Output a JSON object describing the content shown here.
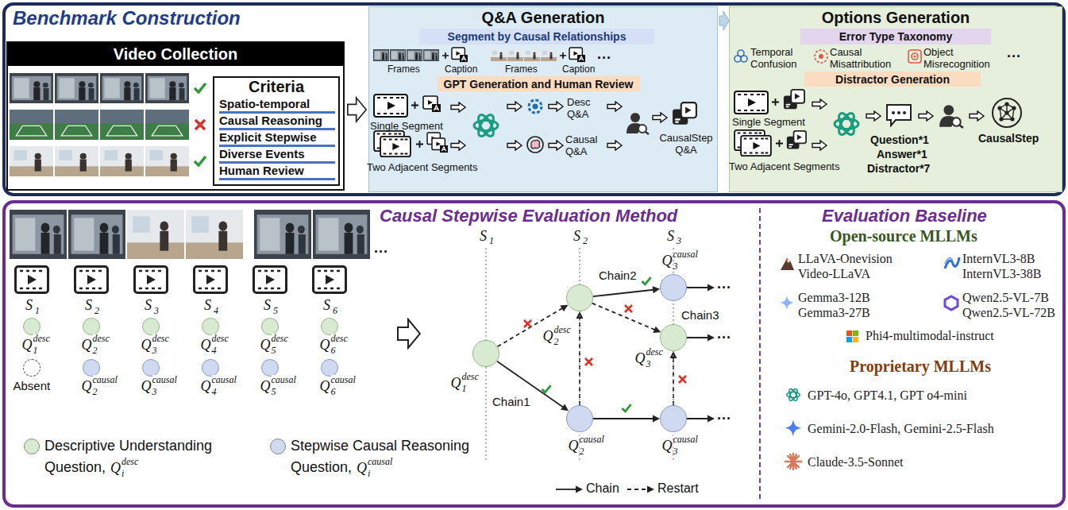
{
  "diagram": {
    "nodes": [
      {
        "text": [
          "Benchmark Construction"
        ]
      },
      {
        "text": [
          "Video Collection"
        ],
        "in": 0
      },
      {
        "text": [
          "Criteria",
          "Spatio-temporal",
          "Causal Reasoning",
          "Explicit Stepwise",
          "Diverse Events",
          "Human Review"
        ],
        "in": 1
      },
      {
        "text": [
          "Q&A Generation"
        ],
        "in": 0
      },
      {
        "text": [
          "Segment by Causal Relationships"
        ],
        "in": 3
      },
      {
        "text": [
          "GPT Generation and Human Review"
        ],
        "in": 3
      },
      {
        "text": [
          "Options Generation"
        ],
        "in": 0
      },
      {
        "text": [
          "Error Type Taxonomy"
        ],
        "in": 6
      },
      {
        "text": [
          "Distractor Generation"
        ],
        "in": 6
      },
      {
        "text": [
          "Causal Stepwise Evaluation Method",
          "Evaluation Baseline"
        ]
      },
      {
        "text": [
          "S",
          "1"
        ],
        "in": 9
      },
      {
        "text": [
          "S",
          "2"
        ],
        "in": 9
      },
      {
        "text": [
          "S",
          "3"
        ],
        "in": 9
      },
      {
        "text": [
          "S",
          "4"
        ],
        "in": 9
      },
      {
        "text": [
          "S",
          "5"
        ],
        "in": 9
      },
      {
        "text": [
          "S",
          "6"
        ],
        "in": 9
      },
      {
        "text": [
          "Q",
          "1",
          "desc"
        ],
        "in": 9
      },
      {
        "text": [
          "Q",
          "2",
          "desc"
        ],
        "in": 9
      },
      {
        "text": [
          "Q",
          "3",
          "desc"
        ],
        "in": 9
      },
      {
        "text": [
          "Q",
          "4",
          "desc"
        ],
        "in": 9
      },
      {
        "text": [
          "Q",
          "5",
          "desc"
        ],
        "in": 9
      },
      {
        "text": [
          "Q",
          "6",
          "desc"
        ],
        "in": 9
      },
      {
        "text": [
          "Absent"
        ],
        "in": 9
      },
      {
        "text": [
          "Q",
          "2",
          "causal"
        ],
        "in": 9
      },
      {
        "text": [
          "Q",
          "3",
          "causal"
        ],
        "in": 9
      },
      {
        "text": [
          "Q",
          "4",
          "causal"
        ],
        "in": 9
      },
      {
        "text": [
          "Q",
          "5",
          "causal"
        ],
        "in": 9
      },
      {
        "text": [
          "Q",
          "6",
          "causal"
        ],
        "in": 9
      },
      {
        "text": [
          "Q",
          "1",
          "desc"
        ],
        "in": 9
      },
      {
        "text": [
          "Q",
          "2",
          "desc"
        ],
        "in": 9
      },
      {
        "text": [
          "Q",
          "2",
          "causal"
        ],
        "in": 9
      },
      {
        "text": [
          "Q",
          "3",
          "causal"
        ],
        "in": 9
      },
      {
        "text": [
          "Q",
          "3",
          "desc"
        ],
        "in": 9
      },
      {
        "text": [
          "Q",
          "3",
          "causal"
        ],
        "in": 9
      }
    ],
    "edges": [
      {
        "from": 28,
        "to": 30,
        "arrow": "to",
        "label": "Chain1"
      },
      {
        "from": 28,
        "to": 29,
        "arrow": "to"
      },
      {
        "from": 30,
        "to": 29,
        "arrow": "to"
      },
      {
        "from": 29,
        "to": 31,
        "arrow": "to",
        "label": "Chain2"
      },
      {
        "from": 29,
        "to": 32,
        "arrow": "to"
      },
      {
        "from": 30,
        "to": 33,
        "arrow": "to"
      },
      {
        "from": 33,
        "to": 32,
        "arrow": "to"
      }
    ],
    "labels": [
      "Frames",
      "Caption",
      "Frames",
      "Caption",
      "...",
      "Single Segment",
      "Two Adjacent Segments",
      "Desc Q&A",
      "Causal Q&A",
      "CausalStep Q&A",
      "Temporal Confusion",
      "Causal Misattribution",
      "Object Misrecognition",
      "...",
      "Single Segment",
      "Two Adjacent Segments",
      "Question*1",
      "Answer*1",
      "Distractor*7",
      "CausalStep",
      "...",
      "Q",
      "i",
      "desc",
      "Q",
      "i",
      "causal",
      "S",
      "1",
      "S",
      "2",
      "S",
      "3",
      "Chain3",
      "...",
      "...",
      "...",
      "Open-source MLLMs",
      "LLaVA-Onevision",
      "Video-LLaVA",
      "InternVL3-8B",
      "InternVL3-38B",
      "Gemma3-12B",
      "Gemma3-27B",
      "Qwen2.5-VL-7B",
      "Qwen2.5-VL-72B",
      "Phi4-multimodal-instruct",
      "Proprietary MLLMs",
      "GPT-4o, GPT4.1, GPT o4-mini",
      "Gemini-2.0-Flash, Gemini-2.5-Flash",
      "Claude-3.5-Sonnet"
    ],
    "legend": [
      {
        "text": "Descriptive Understanding Question,",
        "color": "#d9ead3"
      },
      {
        "text": "Stepwise Causal Reasoning Question,",
        "color": "#cfdaf0"
      },
      {
        "text": "Chain"
      },
      {
        "text": "Restart"
      }
    ]
  }
}
